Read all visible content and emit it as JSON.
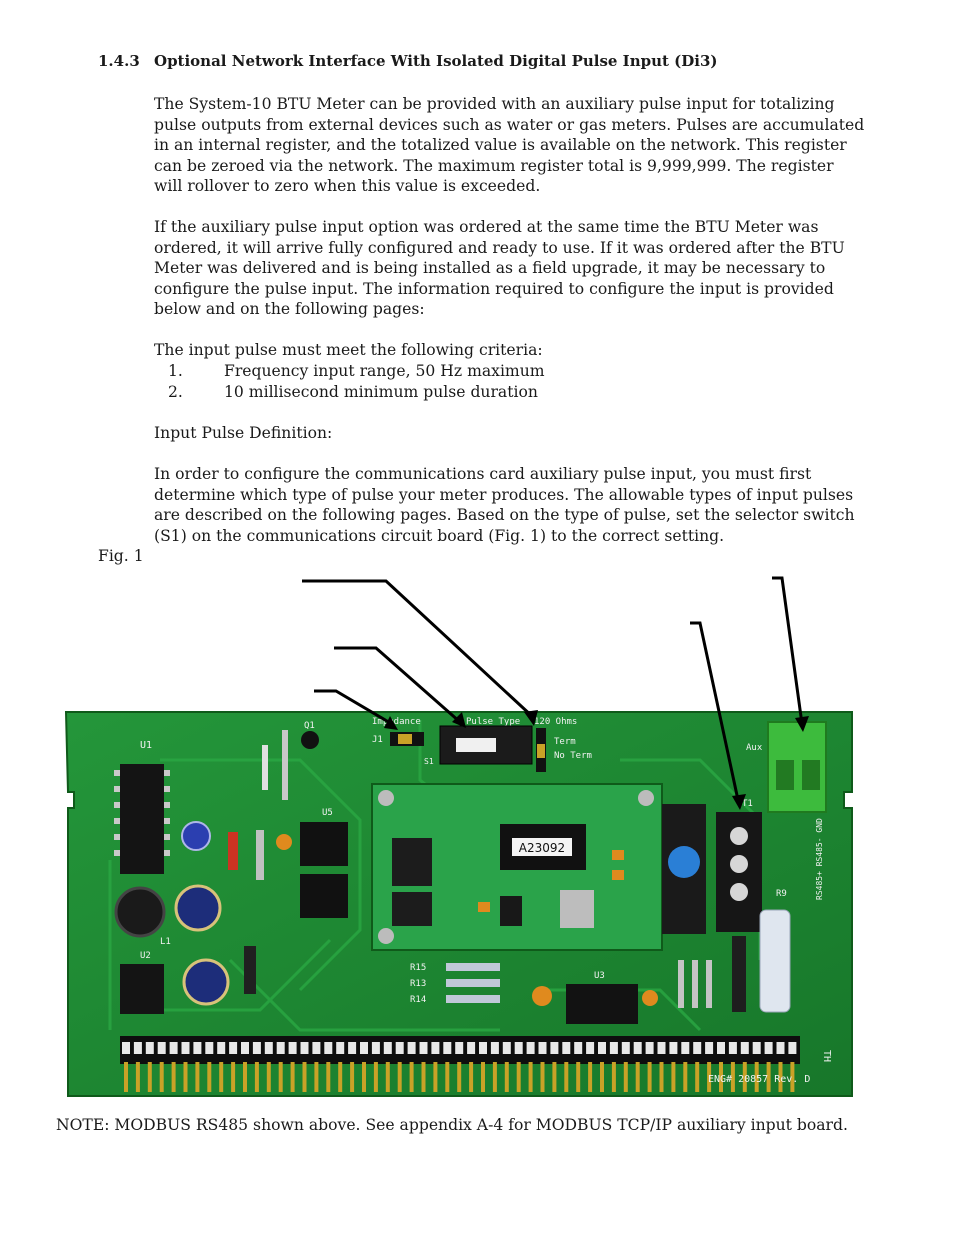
{
  "section": {
    "number": "1.4.3",
    "title": "Optional Network Interface With Isolated Digital Pulse Input (Di3)"
  },
  "paragraphs": [
    "The System-10 BTU Meter can be provided with an auxiliary pulse input for totalizing pulse outputs from external devices such as water or gas meters. Pulses are accumulated in an internal register, and the totalized value is available on the network. This register can be zeroed via the network. The maximum register total is 9,999,999. The register will rollover to zero when this value is exceeded.",
    "If the auxiliary pulse input option was ordered at the same time the BTU Meter was ordered, it will arrive fully configured and ready to use. If it was ordered after the BTU Meter was delivered and is being installed as a field upgrade, it may be necessary to configure the pulse input. The information required to configure the input is provided below and on the following pages:",
    "The input pulse must meet the following criteria:"
  ],
  "criteria": [
    {
      "number": "1.",
      "text": "Frequency input range, 50 Hz maximum"
    },
    {
      "number": "2.",
      "text": "10 millisecond minimum pulse duration"
    }
  ],
  "definition_heading": "Input Pulse Definition:",
  "definition_text": "In order to configure the communications card auxiliary pulse input, you must first determine which type of pulse your meter produces. The allowable types of input pulses are described on the following pages. Based on the type of pulse, set the selector switch (S1) on the communications circuit board (Fig. 1) to the correct setting.",
  "figure_label": "Fig. 1",
  "board": {
    "impedance": "Impedance",
    "pulse_type": "Pulse Type",
    "ohms": "120 Ohms",
    "term": "Term",
    "no_term": "No Term",
    "j1": "J1",
    "s1": "S1",
    "chip": "A23092",
    "aux": "Aux",
    "aux_minus": "(-)",
    "aux_plus": "(+)",
    "t1": "T1",
    "u1": "U1",
    "u2": "U2",
    "u3": "U3",
    "u5": "U5",
    "q1": "Q1",
    "l1": "L1",
    "r9": "R9",
    "r13": "R13",
    "r14": "R14",
    "r15": "R15",
    "rs485": "RS485+ RS485- GND",
    "part": "ENG# 20857 Rev. D",
    "th": "TH"
  },
  "note": "NOTE: MODBUS RS485 shown above. See appendix A-4 for MODBUS TCP/IP auxiliary input board.",
  "colors": {
    "pcb": "#1f8a2e",
    "pcb_dark": "#136b1f",
    "terminal": "#3dbb3d",
    "header_pin": "#c9a227"
  }
}
